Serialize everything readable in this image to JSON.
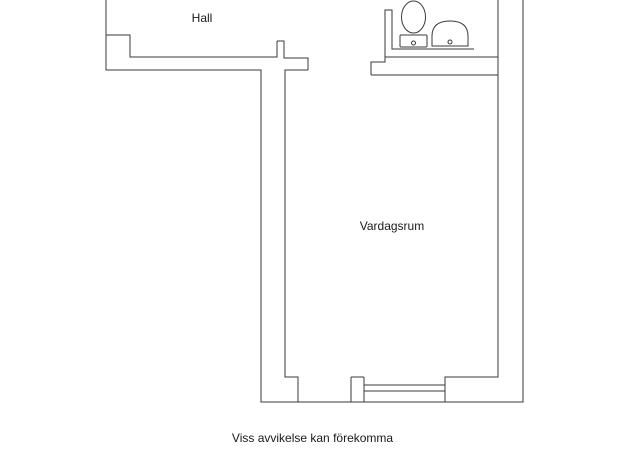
{
  "rooms": {
    "hall": "Hall",
    "living_room": "Vardagsrum"
  },
  "disclaimer": "Viss avvikelse kan förekomma"
}
